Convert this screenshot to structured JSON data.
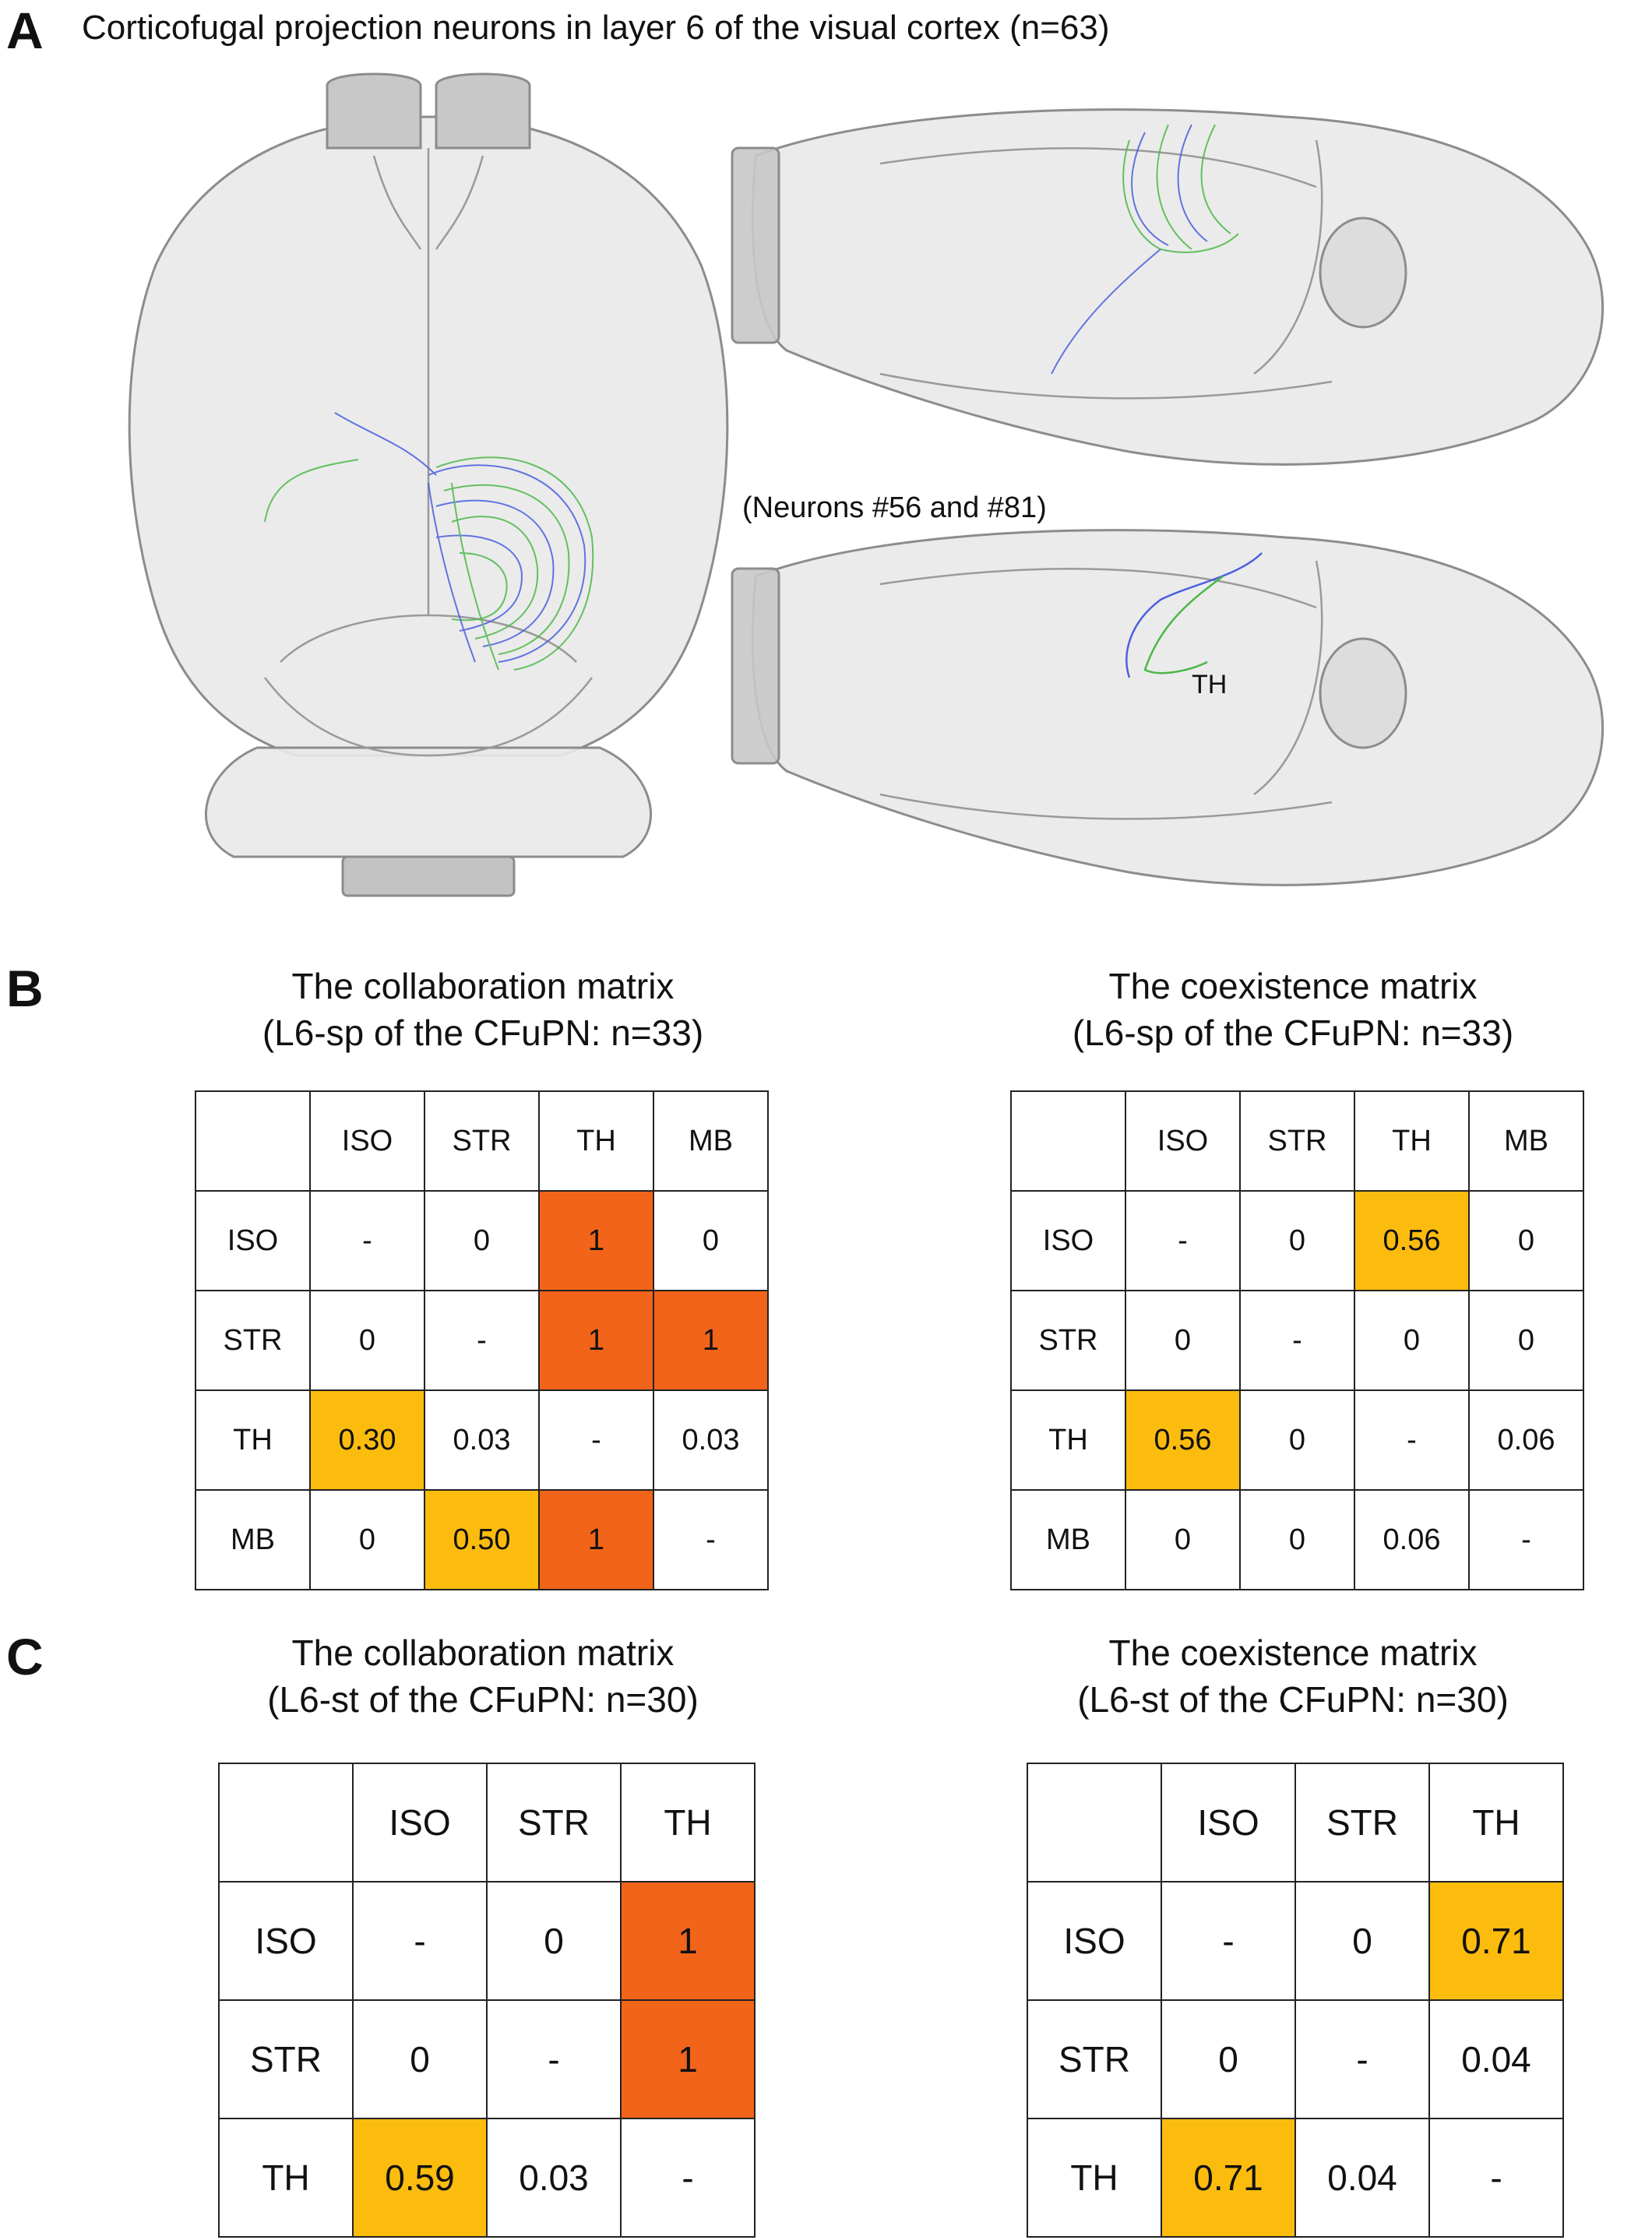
{
  "panel_a": {
    "letter": "A",
    "title": "Corticofugal projection neurons in layer 6 of the visual cortex (n=63)",
    "subtitle": "(Neurons #56 and #81)",
    "region_label": "TH",
    "colors": {
      "axon_green": "#4cb848",
      "axon_blue": "#4a5fe0",
      "brain_fill": "#e9e9e9",
      "brain_edge": "#8c8c8c"
    }
  },
  "panel_b": {
    "letter": "B",
    "left": {
      "title_line1": "The collaboration matrix",
      "title_line2": "(L6-sp of the CFuPN: n=33)",
      "header": [
        "",
        "ISO",
        "STR",
        "TH",
        "MB"
      ],
      "rows": [
        [
          "ISO",
          "-",
          "0",
          "1",
          "0"
        ],
        [
          "STR",
          "0",
          "-",
          "1",
          "1"
        ],
        [
          "TH",
          "0.30",
          "0.03",
          "-",
          "0.03"
        ],
        [
          "MB",
          "0",
          "0.50",
          "1",
          "-"
        ]
      ]
    },
    "right": {
      "title_line1": "The coexistence matrix",
      "title_line2": "(L6-sp of the CFuPN: n=33)",
      "header": [
        "",
        "ISO",
        "STR",
        "TH",
        "MB"
      ],
      "rows": [
        [
          "ISO",
          "-",
          "0",
          "0.56",
          "0"
        ],
        [
          "STR",
          "0",
          "-",
          "0",
          "0"
        ],
        [
          "TH",
          "0.56",
          "0",
          "-",
          "0.06"
        ],
        [
          "MB",
          "0",
          "0",
          "0.06",
          "-"
        ]
      ]
    }
  },
  "panel_c": {
    "letter": "C",
    "left": {
      "title_line1": "The collaboration matrix",
      "title_line2": "(L6-st of the CFuPN: n=30)",
      "header": [
        "",
        "ISO",
        "STR",
        "TH"
      ],
      "rows": [
        [
          "ISO",
          "-",
          "0",
          "1"
        ],
        [
          "STR",
          "0",
          "-",
          "1"
        ],
        [
          "TH",
          "0.59",
          "0.03",
          "-"
        ]
      ]
    },
    "right": {
      "title_line1": "The coexistence matrix",
      "title_line2": "(L6-st of the CFuPN: n=30)",
      "header": [
        "",
        "ISO",
        "STR",
        "TH"
      ],
      "rows": [
        [
          "ISO",
          "-",
          "0",
          "0.71"
        ],
        [
          "STR",
          "0",
          "-",
          "0.04"
        ],
        [
          "TH",
          "0.71",
          "0.04",
          "-"
        ]
      ]
    }
  },
  "highlight_colors": {
    "orange": "#f26419",
    "yellow": "#fbbc0e"
  }
}
